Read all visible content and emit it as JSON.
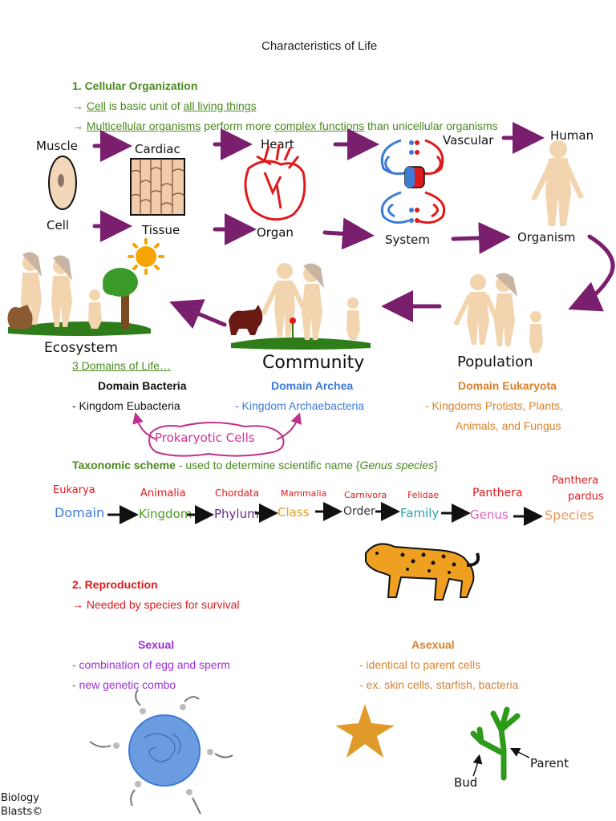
{
  "title": "Characteristics of Life",
  "section1": {
    "heading": "1. Cellular Organization",
    "line1": {
      "arrow": "→ ",
      "cell": "Cell",
      "mid": " is basic unit of ",
      "all": "all living things"
    },
    "line2": {
      "arrow": "→ ",
      "multi": "Multicellular organisms",
      "mid": " perform more ",
      "complex": "complex functions",
      "end": " than unicellular organisms"
    }
  },
  "levels": {
    "muscle": "Muscle",
    "cardiac": "Cardiac",
    "heart": "Heart",
    "vascular": "Vascular",
    "human": "Human",
    "cell": "Cell",
    "tissue": "Tissue",
    "organ": "Organ",
    "system": "System",
    "organism": "Organism",
    "population": "Population",
    "community": "Community",
    "ecosystem": "Ecosystem"
  },
  "domains": {
    "intro": "3 Domains of Life…",
    "bacteria": {
      "name": "Domain Bacteria",
      "kingdom": "- Kingdom Eubacteria"
    },
    "archea": {
      "name": "Domain Archea",
      "kingdom": "- Kingdom Archaebacteria"
    },
    "eukaryota": {
      "name": "Domain Eukaryota",
      "kingdom1": "- Kingdoms Protists, Plants,",
      "kingdom2": "Animals, and Fungus"
    },
    "prokaryotic": "Prokaryotic Cells"
  },
  "taxonomy": {
    "label": "Taxonomic scheme",
    "desc": " - used to determine scientific name {",
    "italic": "Genus species",
    "close": "}",
    "ranks": [
      {
        "rank": "Domain",
        "example": "Eukarya",
        "color": "#3c7bd6"
      },
      {
        "rank": "Kingdom",
        "example": "Animalia",
        "color": "#4a9a1f"
      },
      {
        "rank": "Phylum",
        "example": "Chordata",
        "color": "#6a2a8a"
      },
      {
        "rank": "Class",
        "example": "Mammalia",
        "color": "#e0a020"
      },
      {
        "rank": "Order",
        "example": "Carnivora",
        "color": "#333333"
      },
      {
        "rank": "Family",
        "example": "Felidae",
        "color": "#2aa6a0"
      },
      {
        "rank": "Genus",
        "example": "Panthera",
        "color": "#e060c0"
      },
      {
        "rank": "Species",
        "example1": "Panthera",
        "example2": "pardus",
        "color": "#e89a5a"
      }
    ]
  },
  "section2": {
    "heading": "2. Reproduction",
    "line": "→ Needed by species for survival",
    "sexual": {
      "title": "Sexual",
      "p1": "- combination of egg and sperm",
      "p2": "- new genetic combo"
    },
    "asexual": {
      "title": "Asexual",
      "p1": "- identical to parent cells",
      "p2": "- ex. skin cells, starfish, bacteria"
    },
    "bud": "Bud",
    "parent": "Parent"
  },
  "credit": {
    "line1": "Biology",
    "line2": "Blasts©"
  },
  "colors": {
    "accent_green": "#4a8a1f",
    "arrow_purple": "#7a1e6e",
    "heading_red": "#e0191b",
    "sexual_purple": "#9b2fd6",
    "asexual_orange": "#d9822b"
  }
}
